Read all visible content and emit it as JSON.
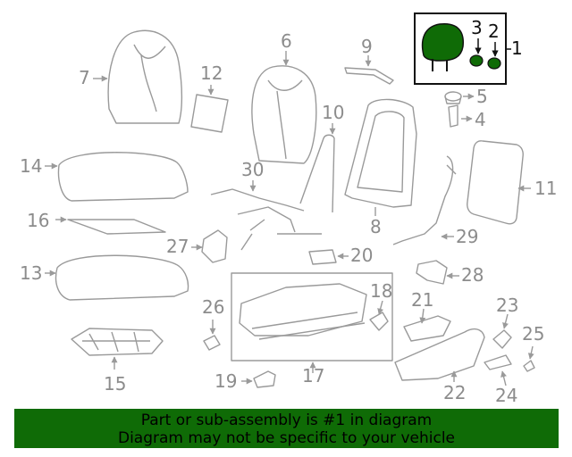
{
  "callouts": {
    "c1": "1",
    "c2": "2",
    "c3": "3",
    "c4": "4",
    "c5": "5",
    "c6": "6",
    "c7": "7",
    "c8": "8",
    "c9": "9",
    "c10": "10",
    "c11": "11",
    "c12": "12",
    "c13": "13",
    "c14": "14",
    "c15": "15",
    "c16": "16",
    "c17": "17",
    "c18": "18",
    "c19": "19",
    "c20": "20",
    "c21": "21",
    "c22": "22",
    "c23": "23",
    "c24": "24",
    "c25": "25",
    "c26": "26",
    "c27": "27",
    "c28": "28",
    "c29": "29",
    "c30": "30"
  },
  "banner": {
    "line1": "Part or sub-assembly is #1 in diagram",
    "line2": "Diagram may not be specific to your vehicle"
  },
  "colors": {
    "highlight": "#0f6b06",
    "part_outline": "#9a9a9a",
    "banner_bg": "#0f6b06",
    "banner_text": "#000000"
  }
}
